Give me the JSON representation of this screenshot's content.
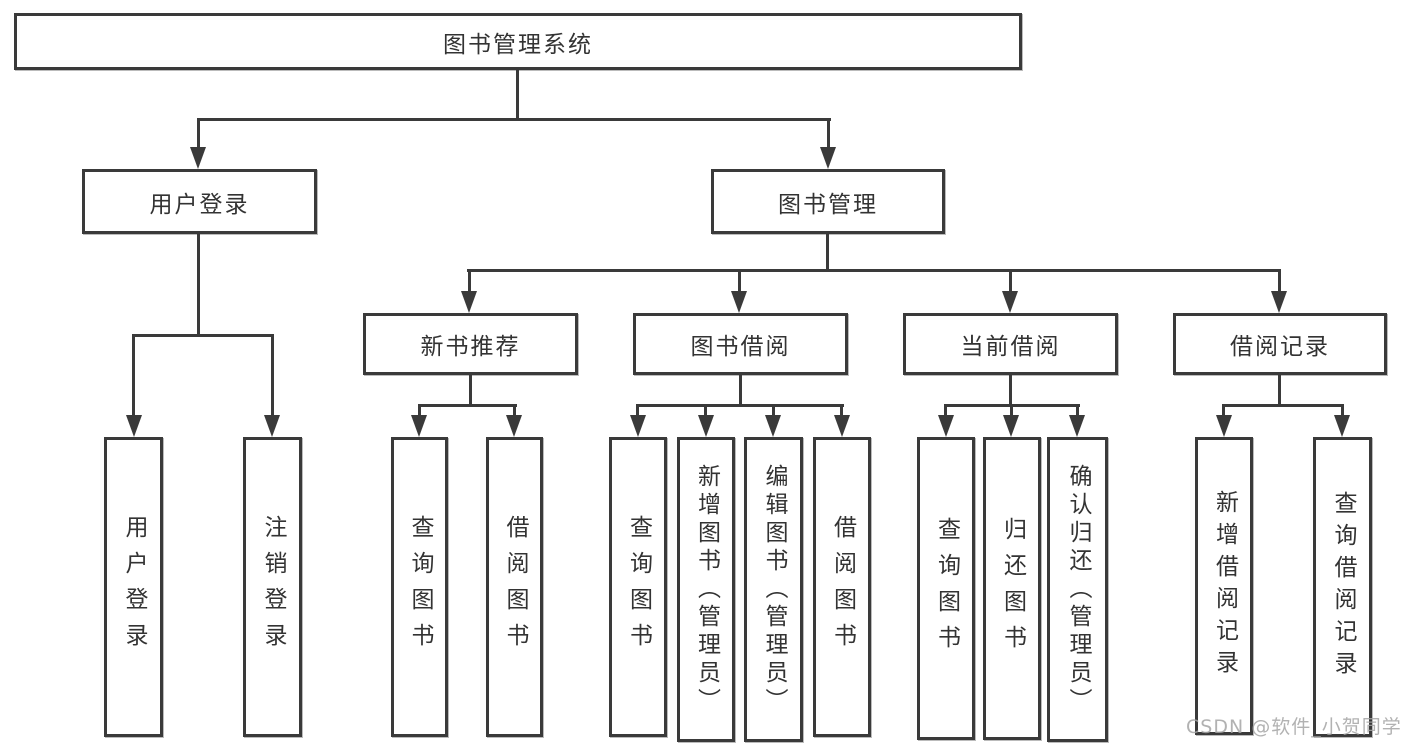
{
  "diagram": {
    "root": {
      "label": "图书管理系统"
    },
    "branches": [
      {
        "label": "用户登录",
        "children": [
          {
            "label": "用户登录"
          },
          {
            "label": "注销登录"
          }
        ]
      },
      {
        "label": "图书管理",
        "children": [
          {
            "label": "新书推荐",
            "children": [
              {
                "label": "查询图书"
              },
              {
                "label": "借阅图书"
              }
            ]
          },
          {
            "label": "图书借阅",
            "children": [
              {
                "label": "查询图书"
              },
              {
                "label": "新增图书（管理员）"
              },
              {
                "label": "编辑图书（管理员）"
              },
              {
                "label": "借阅图书"
              }
            ]
          },
          {
            "label": "当前借阅",
            "children": [
              {
                "label": "查询图书"
              },
              {
                "label": "归还图书"
              },
              {
                "label": "确认归还（管理员）"
              }
            ]
          },
          {
            "label": "借阅记录",
            "children": [
              {
                "label": "新增借阅记录"
              },
              {
                "label": "查询借阅记录"
              }
            ]
          }
        ]
      }
    ]
  },
  "watermark": {
    "text": "CSDN @软件_小贺同学"
  },
  "colors": {
    "line": "#3a3a3a",
    "text": "#333333",
    "background": "#ffffff",
    "watermark": "#a5a5a5"
  }
}
